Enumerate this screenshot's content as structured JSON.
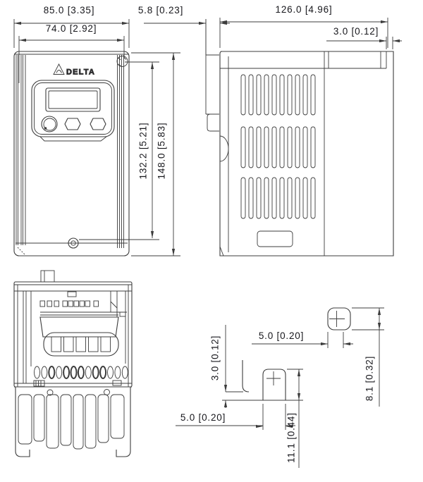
{
  "brand": "DELTA",
  "dimensions": {
    "front_overall_width": "85.0 [3.35]",
    "front_mount_width": "74.0 [2.92]",
    "keypad_protrusion": "5.8 [0.23]",
    "side_depth": "126.0 [4.96]",
    "din_plate_thickness": "3.0 [0.12]",
    "mount_hole_height": "132.2 [5.21]",
    "front_overall_height": "148.0 [5.83]",
    "top_slot_width": "5.0 [0.20]",
    "top_slot_height": "8.1 [0.32]",
    "keyhole_step": "3.0 [0.12]",
    "keyhole_slot_width": "5.0 [0.20]",
    "keyhole_depth": "11.1 [0.44]"
  },
  "colors": {
    "line": "#3c3c3c",
    "text": "#17171c",
    "background": "#ffffff"
  }
}
